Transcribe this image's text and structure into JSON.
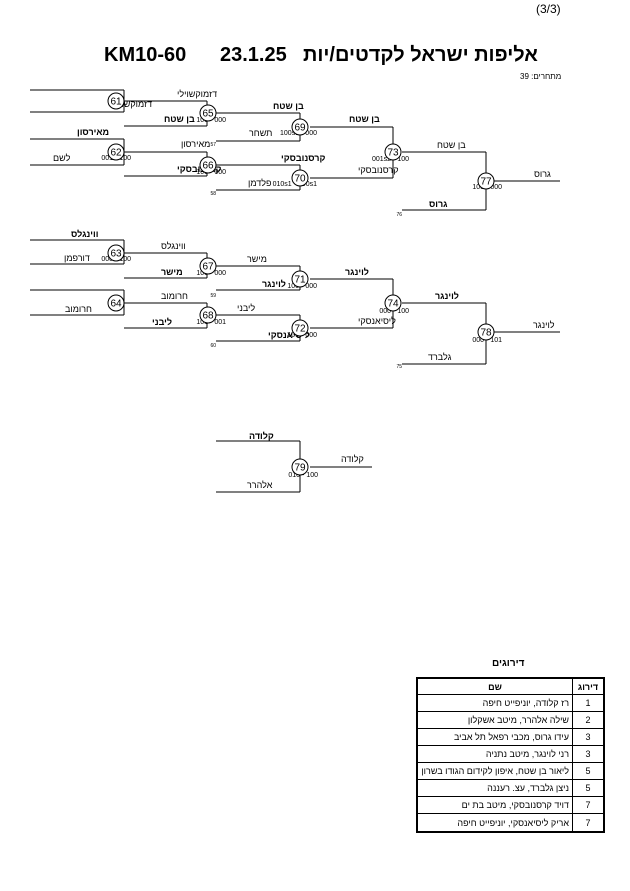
{
  "page_number": "(3/3)",
  "header": {
    "category_code": "KM10-60",
    "date": "23.1.25",
    "title": "אליפות ישראל לקדטים/יות",
    "participants": "מתחרים: 39"
  },
  "bracket": {
    "byes": [
      {
        "id": "b1",
        "name": "דזמוקשוילי",
        "bold": false
      },
      {
        "id": "b2",
        "name": "מאירסון",
        "bold": true
      },
      {
        "id": "b3",
        "name": "לשם",
        "bold": false
      },
      {
        "id": "b4",
        "name": "ווינגלס",
        "bold": true
      },
      {
        "id": "b5",
        "name": "דורפמן",
        "bold": false
      },
      {
        "id": "b6",
        "name": "חרומוב",
        "bold": false
      }
    ],
    "matches": [
      {
        "id": "m61",
        "num": "61",
        "top": "דזמוקשוילי",
        "top_bold": false,
        "bottom": "בן שטח",
        "bottom_bold": true,
        "score": "",
        "note": ""
      },
      {
        "id": "m62",
        "num": "62",
        "top": "מאירסון",
        "top_bold": false,
        "bottom": "קרסנובסקי",
        "bottom_bold": true,
        "score": "100 - 001",
        "note": ""
      },
      {
        "id": "m63",
        "num": "63",
        "top": "ווינגלס",
        "top_bold": false,
        "bottom": "מישר",
        "bottom_bold": true,
        "score": "100 - 000",
        "note": ""
      },
      {
        "id": "m64",
        "num": "64",
        "top": "חרומוב",
        "top_bold": false,
        "bottom": "ליבני",
        "bottom_bold": true,
        "score": "",
        "note": ""
      },
      {
        "id": "m65",
        "num": "65",
        "top": "בן שטח",
        "top_bold": true,
        "bottom": "תשחר",
        "bottom_bold": false,
        "score": "000 - 100",
        "note": "57"
      },
      {
        "id": "m66",
        "num": "66",
        "top": "קרסנובסקי",
        "top_bold": true,
        "bottom": "פלדמן",
        "bottom_bold": false,
        "score": "000 - 100",
        "note": "58"
      },
      {
        "id": "m67",
        "num": "67",
        "top": "מישר",
        "top_bold": false,
        "bottom": "לוינגר",
        "bottom_bold": true,
        "score": "000 - 100",
        "note": "59"
      },
      {
        "id": "m68",
        "num": "68",
        "top": "ליבני",
        "top_bold": false,
        "bottom": "ליסיאנסקי",
        "bottom_bold": true,
        "score": "001 - 101",
        "note": "60"
      },
      {
        "id": "m69",
        "num": "69",
        "top": "בן שטח",
        "top_bold": true,
        "bottom": "",
        "bottom_bold": false,
        "score": "100s1 - 000",
        "note": ""
      },
      {
        "id": "m70",
        "num": "70",
        "top": "קרסנובסקי",
        "top_bold": false,
        "bottom": "",
        "bottom_bold": false,
        "score": "010s1 - 000s1",
        "note": ""
      },
      {
        "id": "m71",
        "num": "71",
        "top": "לוינגר",
        "top_bold": true,
        "bottom": "",
        "bottom_bold": false,
        "score": "000 - 100",
        "note": ""
      },
      {
        "id": "m72",
        "num": "72",
        "top": "ליסיאנסקי",
        "top_bold": false,
        "bottom": "",
        "bottom_bold": false,
        "score": "000 - 100",
        "note": ""
      },
      {
        "id": "m73",
        "num": "73",
        "top": "בן שטח",
        "top_bold": false,
        "bottom": "גרוס",
        "bottom_bold": true,
        "score": "100 - 001s2",
        "note": "76"
      },
      {
        "id": "m74",
        "num": "74",
        "top": "לוינגר",
        "top_bold": true,
        "bottom": "גלברד",
        "bottom_bold": false,
        "score": "100 - 000",
        "note": "75"
      },
      {
        "id": "m77",
        "num": "77",
        "top": "גרוס",
        "top_bold": false,
        "bottom": "",
        "bottom_bold": false,
        "score": "000 - 100",
        "note": ""
      },
      {
        "id": "m78",
        "num": "78",
        "top": "לוינגר",
        "top_bold": false,
        "bottom": "",
        "bottom_bold": false,
        "score": "101 - 000",
        "note": ""
      },
      {
        "id": "m79",
        "num": "79",
        "top": "קלודה",
        "top_bold": true,
        "bottom": "אלהרר",
        "bottom_bold": false,
        "score": "100 - 010",
        "note": ""
      },
      {
        "id": "m79w",
        "num": "",
        "top": "קלודה",
        "top_bold": false,
        "bottom": "",
        "bottom_bold": false,
        "score": "",
        "note": ""
      }
    ]
  },
  "rankings": {
    "title": "דירוגים",
    "col_rank": "דירוג",
    "col_name": "שם",
    "rows": [
      {
        "rank": "1",
        "name": "רז קלודה, יוניפייט חיפה"
      },
      {
        "rank": "2",
        "name": "שילה אלהרר, מיטב אשקלון"
      },
      {
        "rank": "3",
        "name": "עידו גרוס, מכבי רפאל תל אביב"
      },
      {
        "rank": "3",
        "name": "רני לוינגר, מיטב נתניה"
      },
      {
        "rank": "5",
        "name": "ליאור בן שטח, איפון לקידום הגודו בשרון"
      },
      {
        "rank": "5",
        "name": "ניצן גלברד, עצ. רעננה"
      },
      {
        "rank": "7",
        "name": "דויד קרסנובסקי, מיטב בת ים"
      },
      {
        "rank": "7",
        "name": "אריק ליסיאנסקי, יוניפייט חיפה"
      }
    ]
  }
}
